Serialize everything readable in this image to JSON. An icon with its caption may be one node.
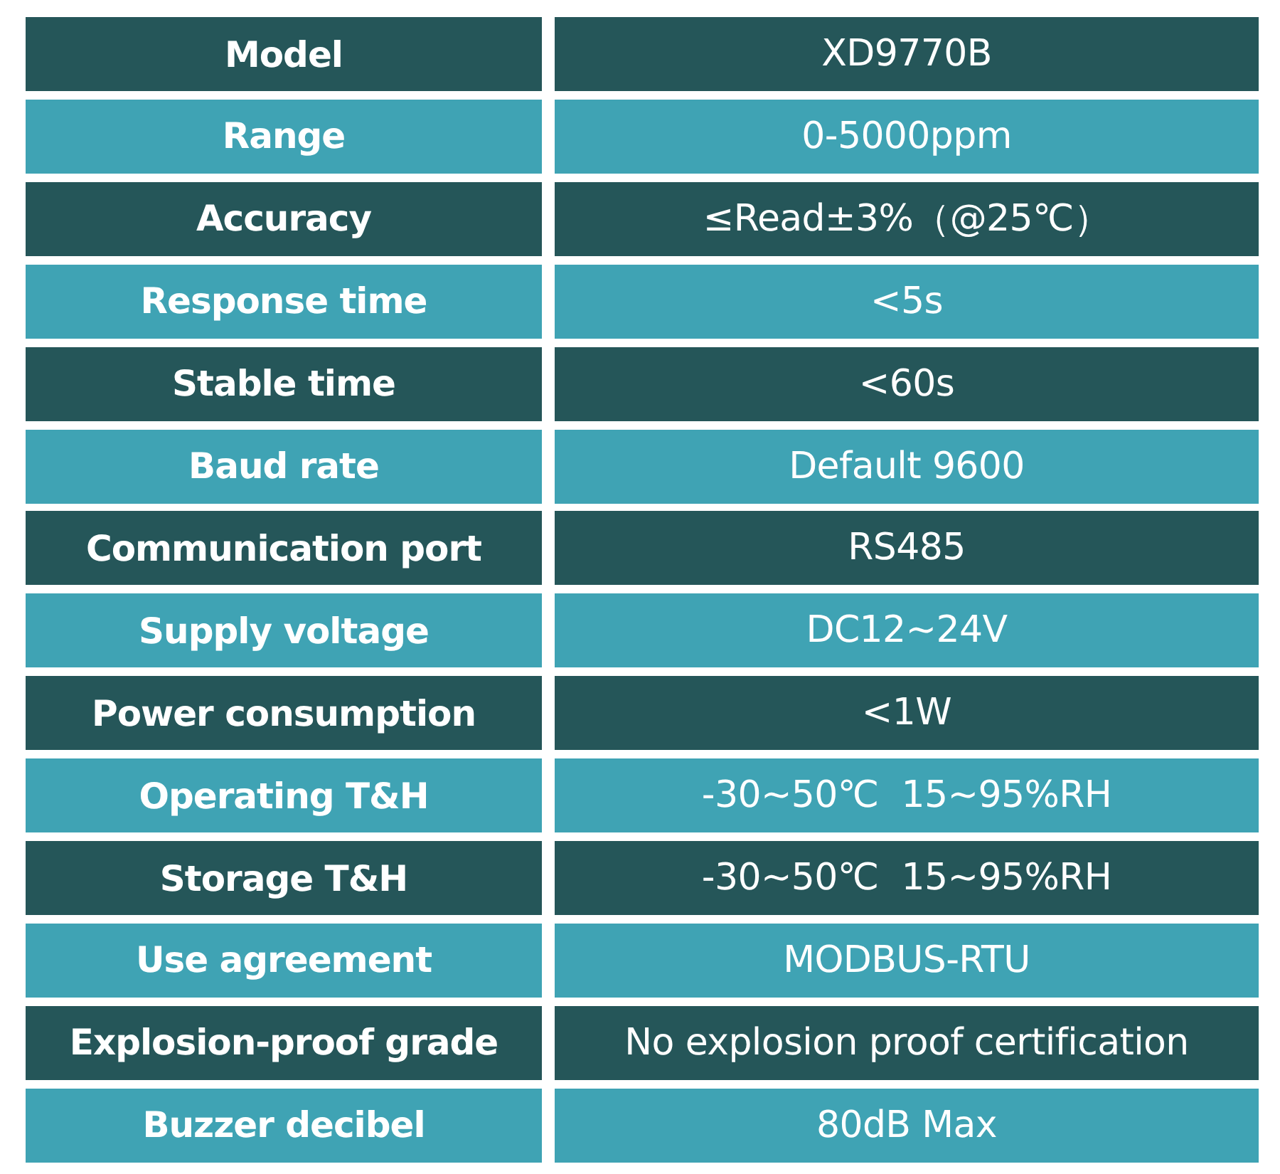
{
  "diagram": {
    "labels": [
      "Model",
      "XD9770B",
      "Range",
      "0-5000ppm",
      "Accuracy",
      "≤Read±3%（@25℃）",
      "Response time",
      "<5s",
      "Stable time",
      "<60s",
      "Baud rate",
      "Default 9600",
      "Communication port",
      "RS485",
      "Supply voltage",
      "DC12~24V",
      "Power consumption",
      "<1W",
      "Operating T&H",
      "-30~50℃  15~95%RH",
      "Storage T&H",
      "-30~50℃  15~95%RH",
      "Use agreement",
      "MODBUS-RTU",
      "Explosion-proof grade",
      "No explosion proof certification",
      "Buzzer decibel",
      "80dB Max"
    ]
  }
}
